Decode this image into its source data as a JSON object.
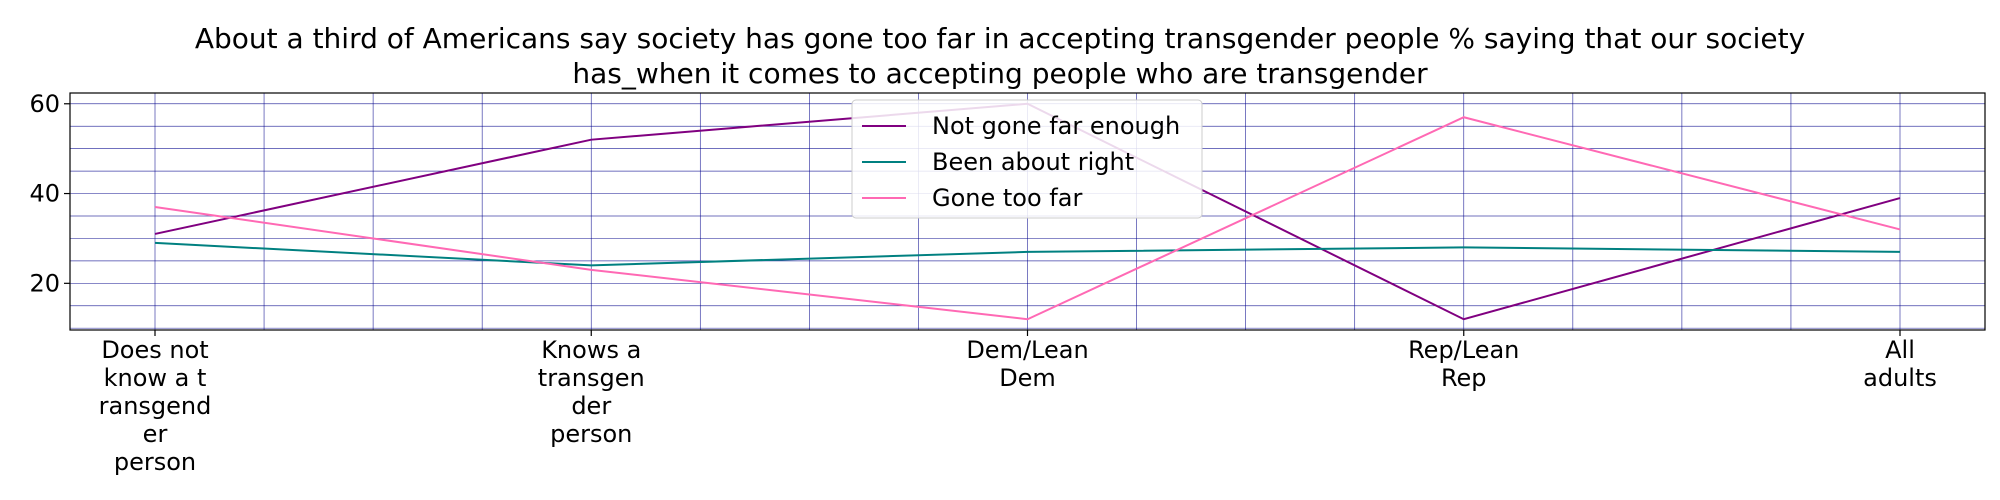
{
  "chart_data": {
    "type": "line",
    "title_lines": [
      "About a third of Americans say society has gone too far in accepting transgender people % saying that our society",
      "has_when it comes to accepting people who are transgender"
    ],
    "categories": [
      "Does not know a transgender person",
      "Knows a transgender person",
      "Dem/Lean Dem",
      "Rep/Lean Rep",
      "All adults"
    ],
    "category_label_lines": [
      [
        "Does not",
        "know a t",
        "ransgend",
        "er",
        "person"
      ],
      [
        "Knows a",
        "transgen",
        "der",
        "person"
      ],
      [
        "Dem/Lean",
        "Dem"
      ],
      [
        "Rep/Lean",
        "Rep"
      ],
      [
        "All",
        "adults"
      ]
    ],
    "series": [
      {
        "name": "Not gone far enough",
        "color": "#800080",
        "values": [
          31,
          52,
          60,
          12,
          39
        ]
      },
      {
        "name": "Been about right",
        "color": "#008080",
        "values": [
          29,
          24,
          27,
          28,
          27
        ]
      },
      {
        "name": "Gone too far",
        "color": "#ff69b4",
        "values": [
          37,
          23,
          12,
          57,
          32
        ]
      }
    ],
    "ylim": [
      9.6,
      62.4
    ],
    "yticks": [
      20,
      40,
      60
    ],
    "grid": true,
    "grid_color": "#00008b",
    "legend_position": "top-center"
  }
}
